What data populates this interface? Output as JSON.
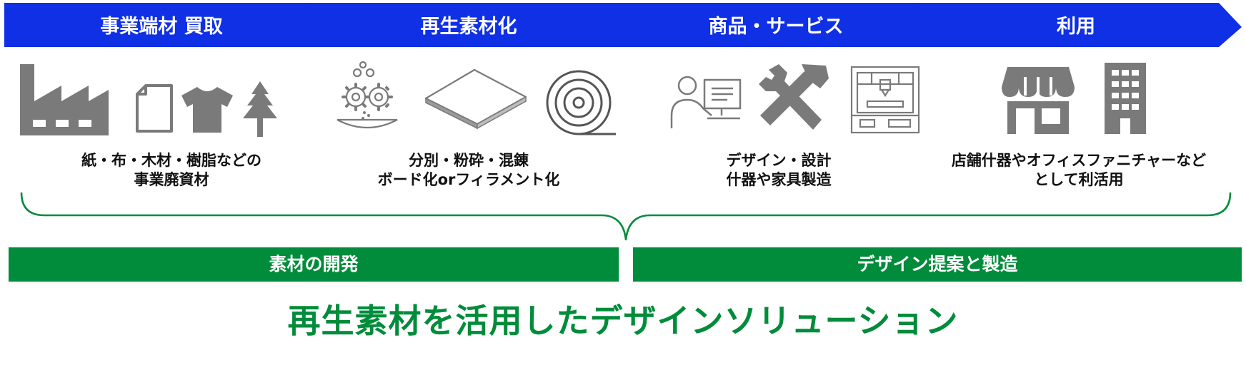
{
  "steps": [
    {
      "label": "事業端材 買取",
      "desc_line1": "紙・布・木材・樹脂などの",
      "desc_line2": "事業廃資材"
    },
    {
      "label": "再生素材化",
      "desc_line1": "分別・粉砕・混錬",
      "desc_line2": "ボード化orフィラメント化"
    },
    {
      "label": "商品・サービス",
      "desc_line1": "デザイン・設計",
      "desc_line2": "什器や家具製造"
    },
    {
      "label": "利用",
      "desc_line1": "店舗什器やオフィスファニチャーなど",
      "desc_line2": "として利活用"
    }
  ],
  "bars": {
    "left": "素材の開発",
    "right": "デザイン提案と製造"
  },
  "footer_title": "再生素材を活用したデザインソリューション",
  "colors": {
    "arrow_blue": "#1030e6",
    "green": "#008c3a",
    "icon_gray": "#7a7a7a"
  },
  "icons": [
    "factory-icon",
    "paper-icon",
    "tshirt-icon",
    "tree-icon",
    "gears-icon",
    "board-icon",
    "filament-roll-icon",
    "designer-icon",
    "hammer-wrench-icon",
    "3d-printer-icon",
    "storefront-icon",
    "office-building-icon"
  ]
}
